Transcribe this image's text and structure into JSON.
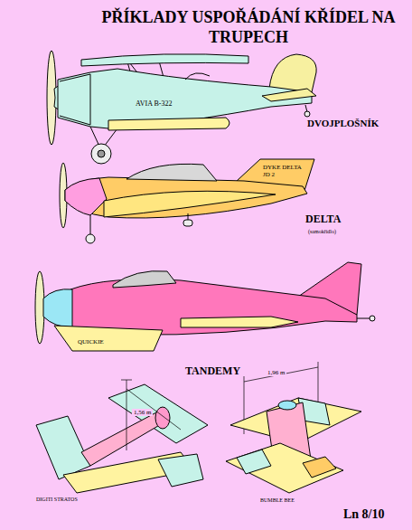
{
  "diagram": {
    "title": "PŘÍKLADY USPOŘÁDÁNÍ KŘÍDEL NA TRUPECH",
    "labels": [
      "AVIA B-322",
      "DVOJPLOŠNÍK",
      "DYKE DELTA JD 2",
      "DELTA",
      "(samokřídlo)",
      "QUICKIE",
      "TANDEMY",
      "1,56 m",
      "1,96 m",
      "DIGITI STRATOS",
      "BUMBLE BEE",
      "Ln 8/10"
    ]
  }
}
